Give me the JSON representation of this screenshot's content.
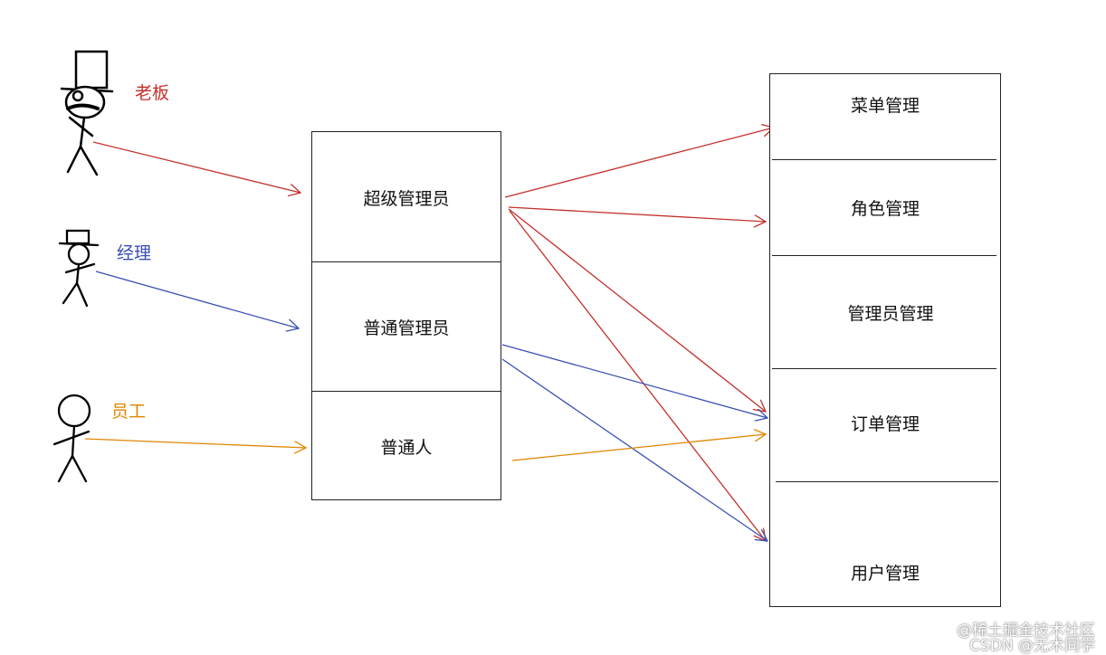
{
  "actors": [
    {
      "id": "boss",
      "label": "老板",
      "color": "#c4302b"
    },
    {
      "id": "manager",
      "label": "经理",
      "color": "#3a50b5"
    },
    {
      "id": "employee",
      "label": "员工",
      "color": "#e08600"
    }
  ],
  "roles": [
    "超级管理员",
    "普通管理员",
    "普通人"
  ],
  "permissions": [
    "菜单管理",
    "角色管理",
    "管理员管理",
    "订单管理",
    "用户管理"
  ],
  "watermark": {
    "line1": "@稀土掘金技术社区",
    "line2": "CSDN @无术同学"
  }
}
